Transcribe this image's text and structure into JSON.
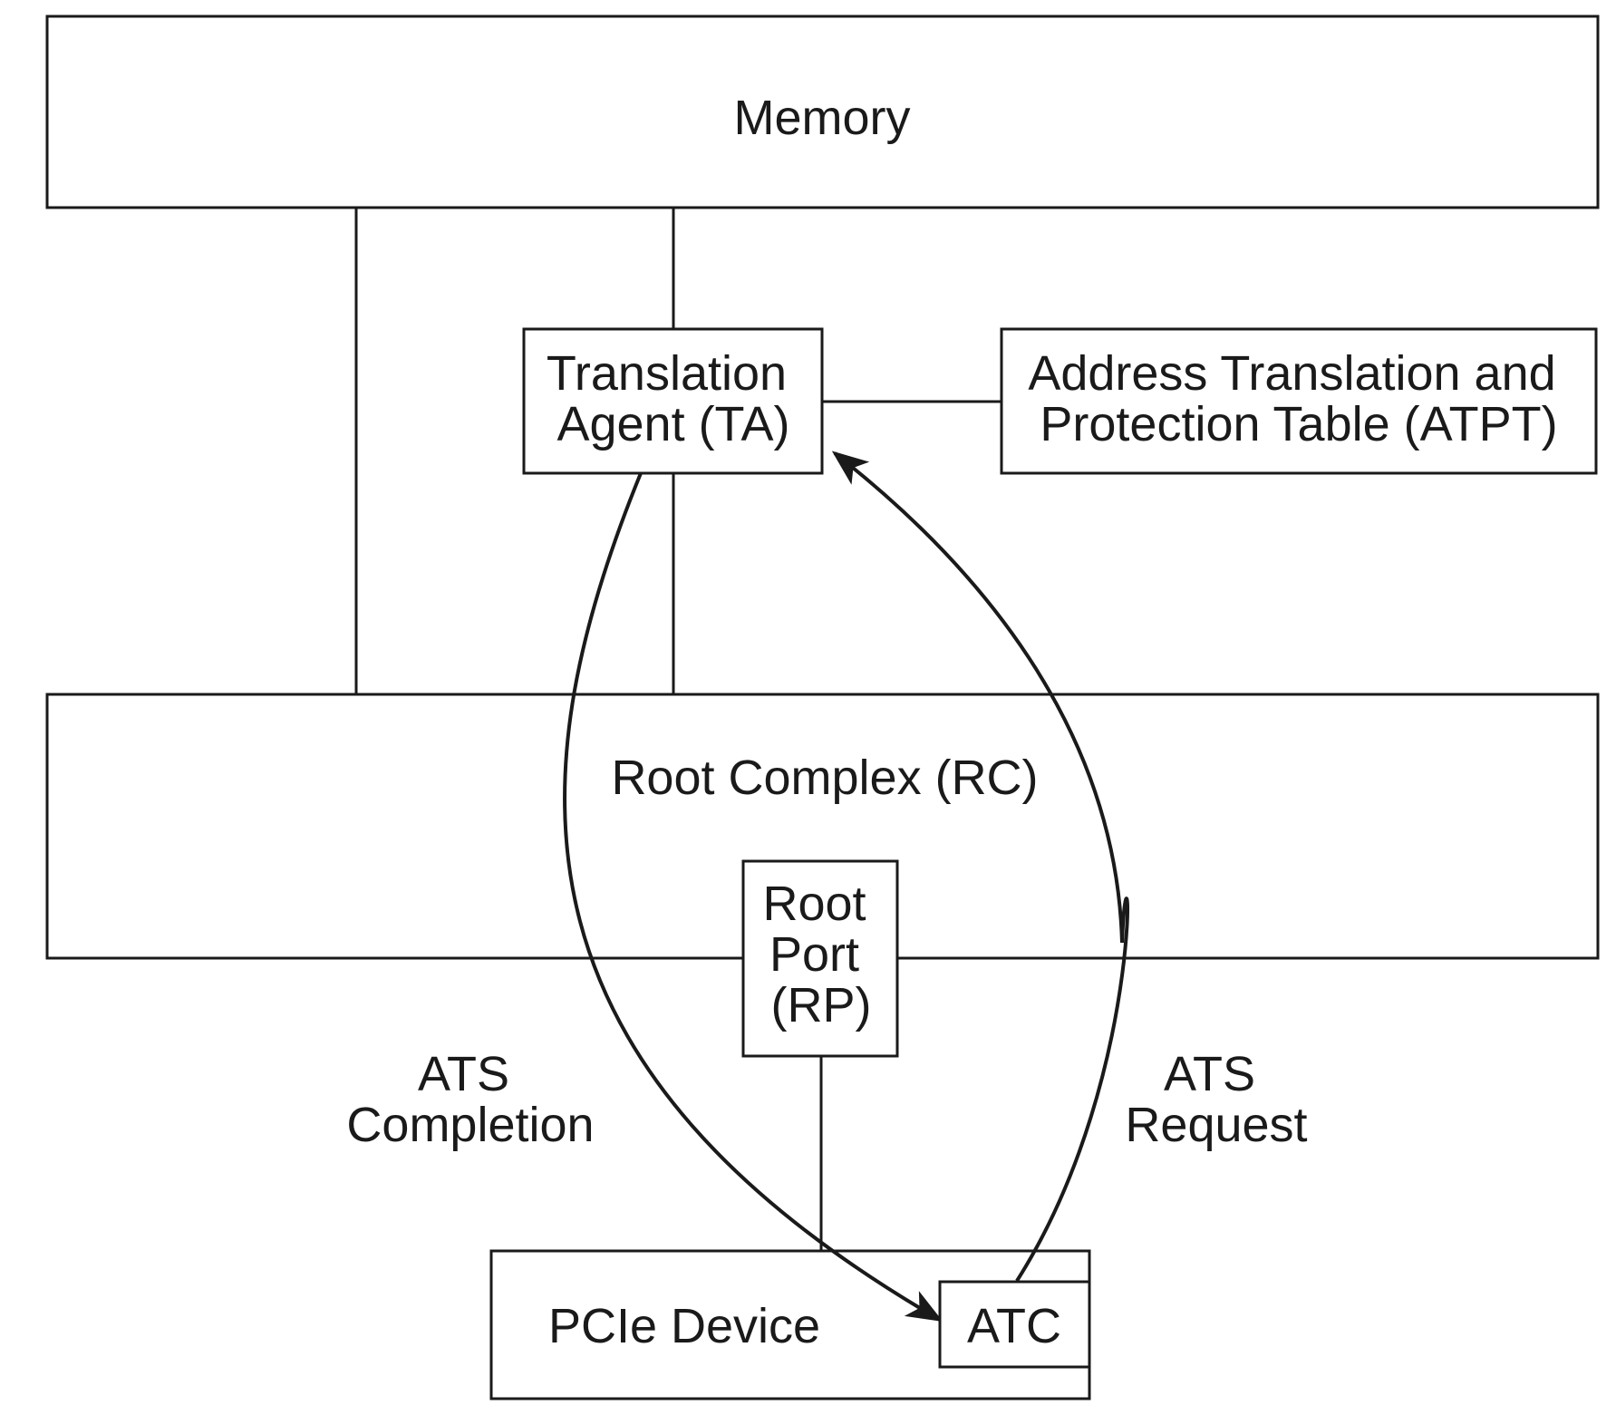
{
  "nodes": {
    "memory": "Memory",
    "translation_agent": [
      "Translation",
      "Agent (TA)"
    ],
    "atpt": [
      "Address Translation and",
      "Protection Table (ATPT)"
    ],
    "root_complex": "Root Complex (RC)",
    "root_port": [
      "Root",
      "Port",
      "(RP)"
    ],
    "pcie_device": "PCIe Device",
    "atc": "ATC"
  },
  "flows": {
    "completion": [
      "ATS",
      "Completion"
    ],
    "request": [
      "ATS",
      "Request"
    ]
  }
}
